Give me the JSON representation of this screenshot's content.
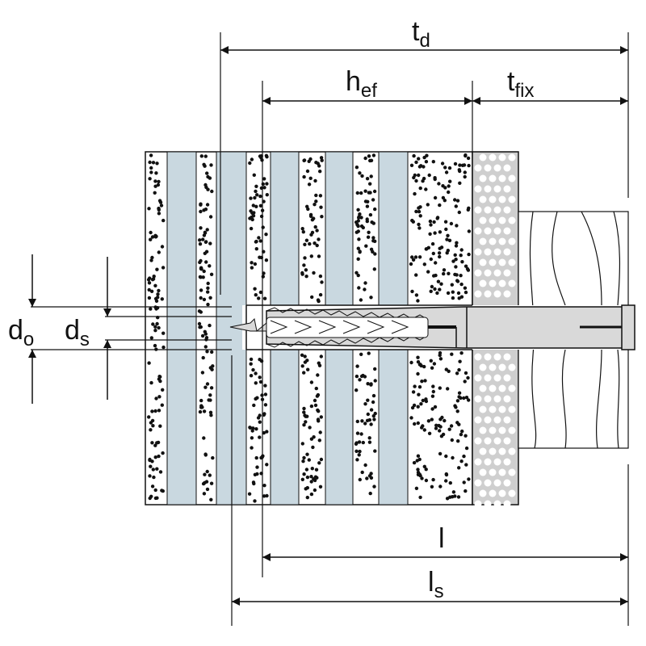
{
  "labels": {
    "td": {
      "main": "t",
      "sub": "d"
    },
    "hef": {
      "main": "h",
      "sub": "ef"
    },
    "tfix": {
      "main": "t",
      "sub": "fix"
    },
    "l": {
      "main": "l"
    },
    "ls": {
      "main": "l",
      "sub": "s"
    },
    "d0": {
      "main": "d",
      "sub": "o"
    },
    "ds": {
      "main": "d",
      "sub": "s"
    }
  },
  "colors": {
    "brick_band": "#c9d8e0",
    "plaster": "#cfcfcf",
    "line": "#111111",
    "anchor": "#d9d9d9"
  }
}
